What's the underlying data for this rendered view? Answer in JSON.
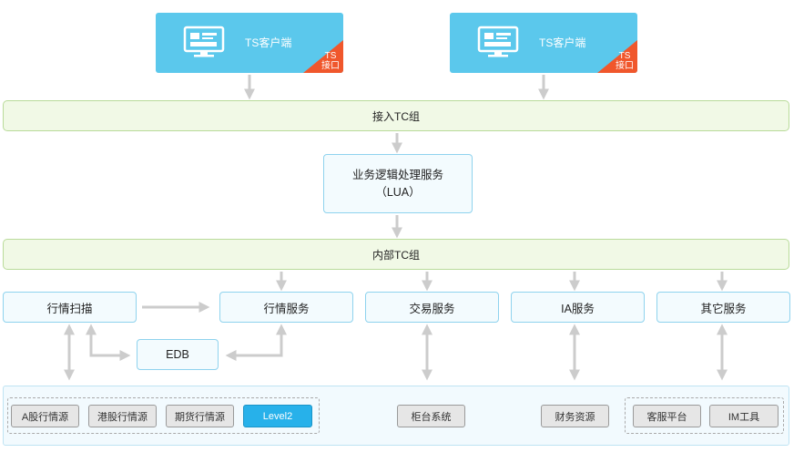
{
  "clients": [
    {
      "label": "TS客户端",
      "corner": [
        "TS",
        "接口"
      ]
    },
    {
      "label": "TS客户端",
      "corner": [
        "TS",
        "接口"
      ]
    }
  ],
  "access_group": "接入TC组",
  "logic_service": {
    "line1": "业务逻辑处理服务",
    "line2": "（LUA）"
  },
  "internal_group": "内部TC组",
  "services": {
    "market_scan": "行情扫描",
    "market_service": "行情服务",
    "trade_service": "交易服务",
    "ia_service": "IA服务",
    "other_service": "其它服务",
    "edb": "EDB"
  },
  "sources": {
    "a_share": "A股行情源",
    "hk_share": "港股行情源",
    "futures": "期货行情源",
    "level2": "Level2",
    "counter": "柜台系统",
    "finance": "财务资源",
    "cs_platform": "客服平台",
    "im_tool": "IM工具"
  },
  "colors": {
    "client": "#5bc8ec",
    "corner": "#f0572c",
    "band_fill": "#f1f9e6",
    "service_border": "#8fd3ee",
    "level2": "#27b1ea",
    "arrow": "#cccccc"
  }
}
